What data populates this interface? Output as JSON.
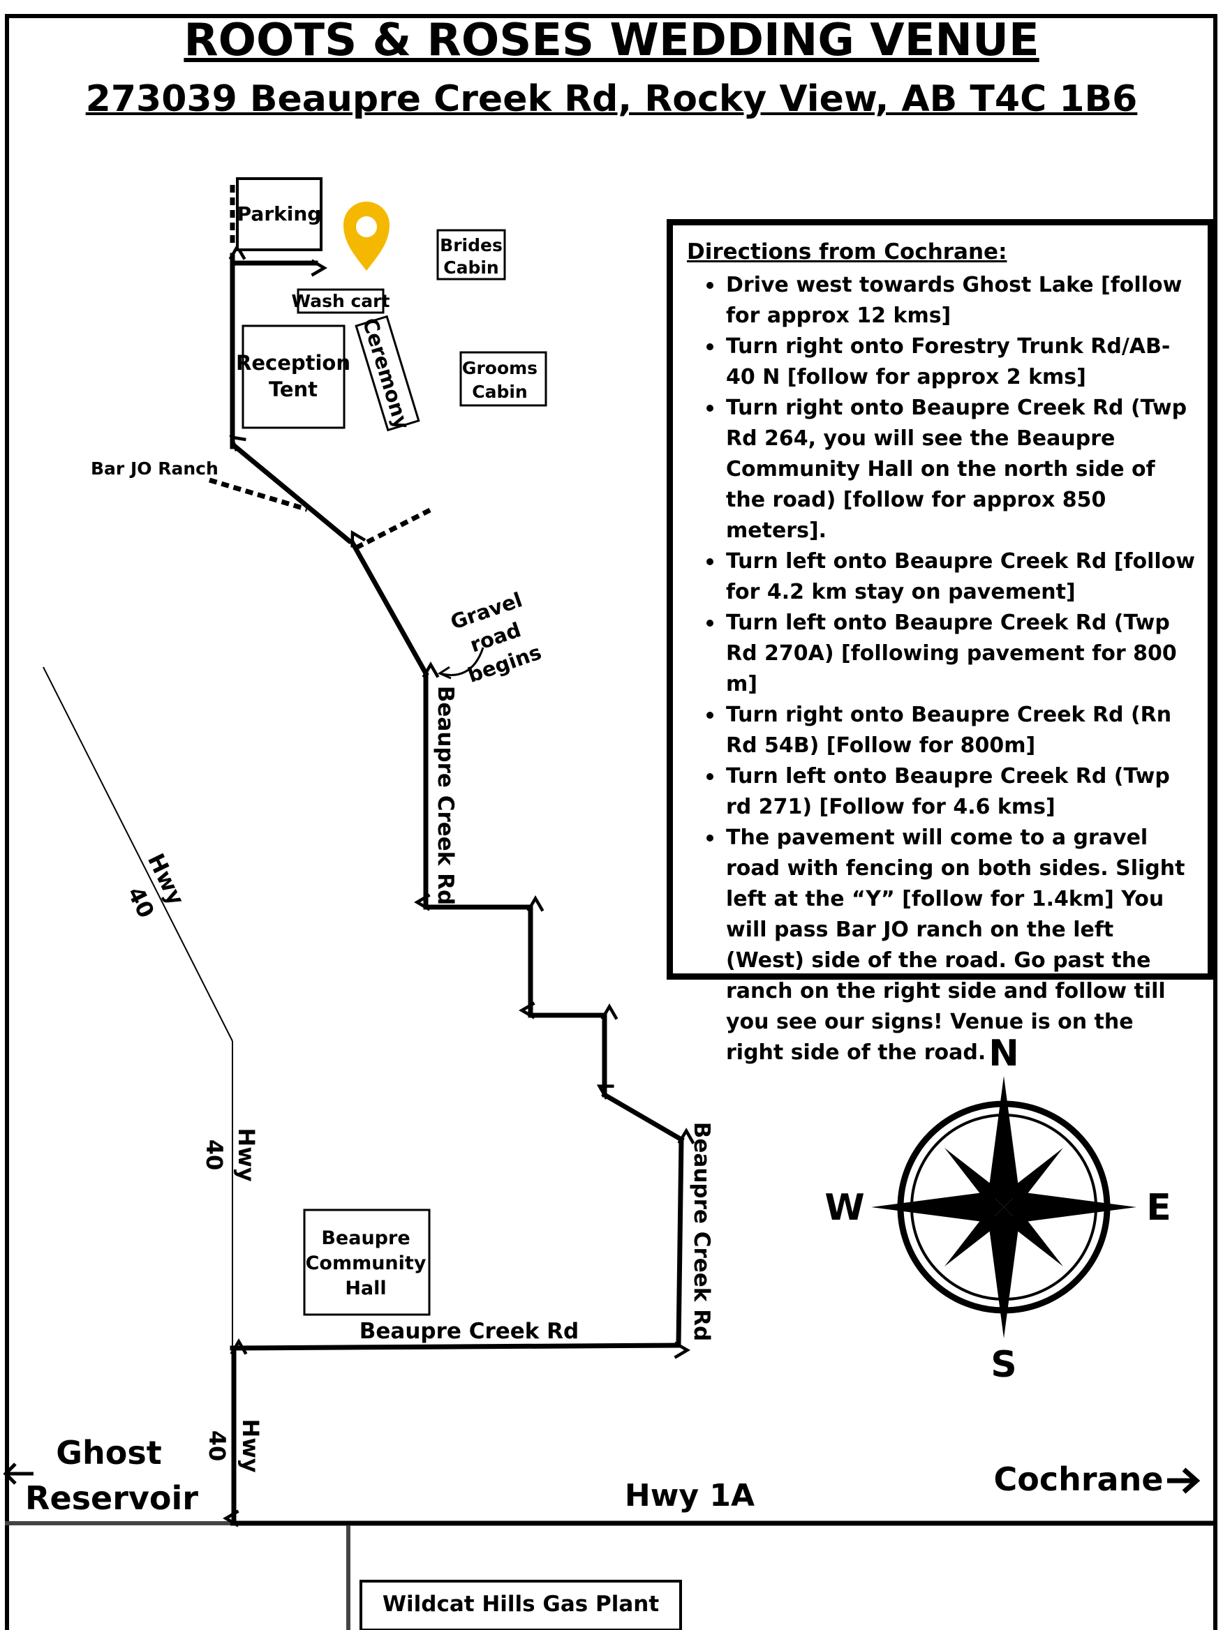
{
  "header": {
    "title": "ROOTS & ROSES WEDDING VENUE",
    "address": "273039 Beaupre Creek Rd, Rocky View, AB T4C 1B6"
  },
  "map": {
    "colors": {
      "ink": "#000000",
      "pin": "#F5B800",
      "secondary_road": "#444444"
    },
    "pin_icon": "location-pin-icon",
    "buildings": {
      "parking": "Parking",
      "wash_cart": "Wash cart",
      "brides_cabin": [
        "Brides",
        "Cabin"
      ],
      "reception_tent": [
        "Reception",
        "Tent"
      ],
      "ceremony": "Ceremony",
      "grooms_cabin": [
        "Grooms",
        "Cabin"
      ],
      "community_hall": [
        "Beaupre",
        "Community",
        "Hall"
      ],
      "gas_plant": "Wildcat Hills Gas Plant"
    },
    "labels": {
      "bar_jo_ranch": "Bar JO Ranch",
      "gravel_road": [
        "Gravel",
        "road",
        "begins"
      ],
      "beaupre_creek_rd": "Beaupre Creek Rd",
      "hwy": "Hwy",
      "forty": "40",
      "hwy_1a": "Hwy 1A",
      "ghost_reservoir": [
        "Ghost",
        "Reservoir"
      ],
      "cochrane": "Cochrane"
    },
    "compass": {
      "north": "N",
      "south": "S",
      "east": "E",
      "west": "W"
    }
  },
  "directions": {
    "heading": "Directions from Cochrane:",
    "steps": [
      "Drive west towards Ghost Lake [follow for approx 12 kms]",
      "Turn right onto Forestry Trunk Rd/AB- 40 N [follow for approx 2 kms]",
      "Turn right onto Beaupre Creek Rd (Twp Rd 264, you will see the Beaupre Community Hall on the north side of the road) [follow for approx 850 meters].",
      "Turn left onto Beaupre Creek Rd [follow for 4.2 km stay on pavement]",
      "Turn left onto Beaupre Creek Rd (Twp Rd 270A) [following pavement for 800 m]",
      "Turn right onto Beaupre Creek Rd (Rn Rd 54B) [Follow for 800m]",
      "Turn left onto Beaupre Creek Rd (Twp rd 271) [Follow for 4.6 kms]",
      "The pavement will come to a gravel road with fencing on both sides. Slight left at the “Y” [follow for 1.4km] You will pass Bar JO ranch on the left (West) side of the road. Go past the ranch on the right side and follow till you see our signs! Venue is on the right side of the road."
    ]
  }
}
